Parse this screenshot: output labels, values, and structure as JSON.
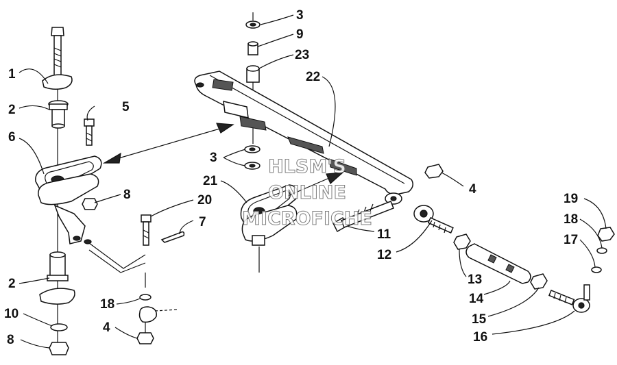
{
  "watermark": [
    "HLSM'S",
    "ONLINE",
    "MICROFICHE"
  ],
  "callouts": [
    "1",
    "2",
    "5",
    "6",
    "8",
    "2",
    "10",
    "8",
    "20",
    "7",
    "18",
    "4",
    "3",
    "9",
    "23",
    "22",
    "3",
    "21",
    "4",
    "11",
    "12",
    "13",
    "14",
    "15",
    "16",
    "19",
    "18",
    "17"
  ]
}
